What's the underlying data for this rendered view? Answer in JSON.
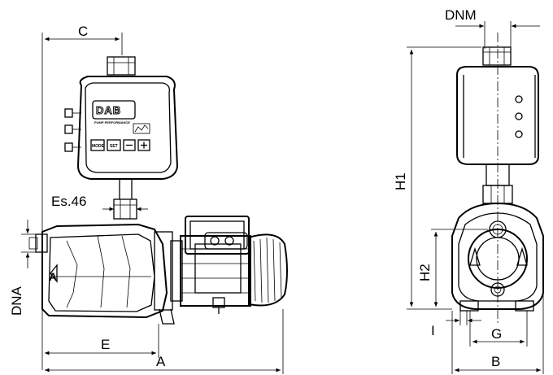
{
  "labels": {
    "C": "C",
    "DNM": "DNM",
    "H1": "H1",
    "H2": "H2",
    "Es46": "Es.46",
    "DNA": "DNA",
    "E": "E",
    "A": "A",
    "I": "I",
    "G": "G",
    "B": "B"
  },
  "controller": {
    "logo": "DAB",
    "tagline": "PUMP PERFORMANCE",
    "mode": "MODE",
    "set": "SET",
    "minus": "−",
    "plus": "+"
  }
}
